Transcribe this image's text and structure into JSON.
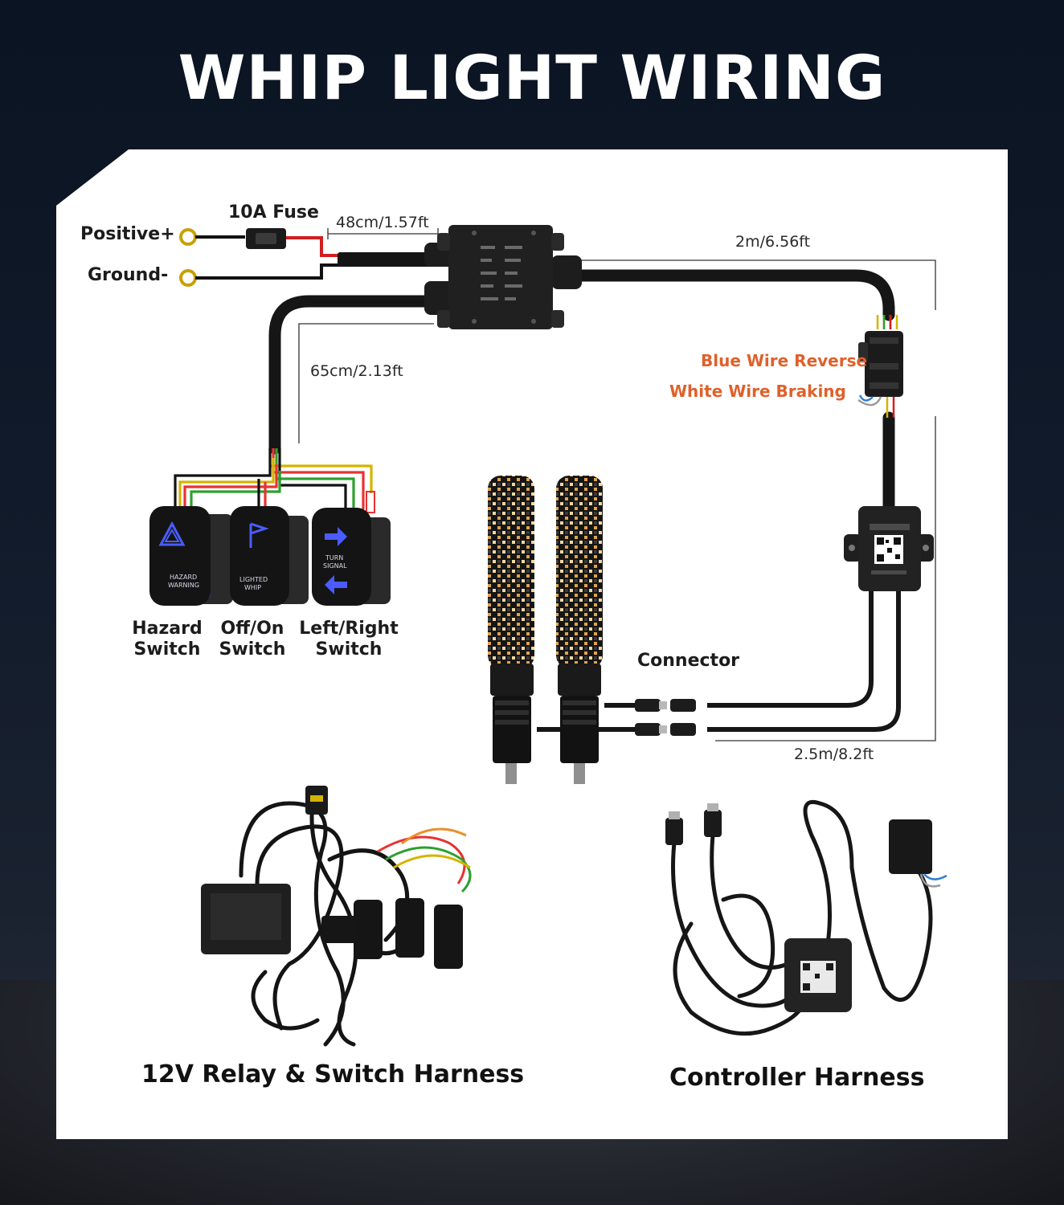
{
  "title": "WHIP LIGHT WIRING",
  "labels": {
    "fuse": "10A Fuse",
    "positive": "Positive+",
    "ground": "Ground-",
    "len_48": "48cm/1.57ft",
    "len_2m": "2m/6.56ft",
    "len_65": "65cm/2.13ft",
    "len_25": "2.5m/8.2ft",
    "blue_wire": "Blue Wire Reverse",
    "white_wire": "White Wire Braking",
    "connector": "Connector"
  },
  "switches": [
    {
      "name_line1": "Hazard",
      "name_line2": "Switch",
      "face_line1": "HAZARD",
      "face_line2": "WARNING",
      "icon": "hazard-triangle-icon"
    },
    {
      "name_line1": "Off/On",
      "name_line2": "Switch",
      "face_line1": "LIGHTED",
      "face_line2": "WHIP",
      "icon": "flag-icon"
    },
    {
      "name_line1": "Left/Right",
      "name_line2": "Switch",
      "face_line1": "TURN",
      "face_line2": "SIGNAL",
      "icon": "turn-arrows-icon"
    }
  ],
  "captions": {
    "relay_harness": "12V Relay & Switch Harness",
    "controller_harness": "Controller Harness"
  },
  "colors": {
    "accent_orange": "#e0602a",
    "switch_glow": "#4a5cff",
    "panel": "#ffffff",
    "background": "#0d1626"
  }
}
